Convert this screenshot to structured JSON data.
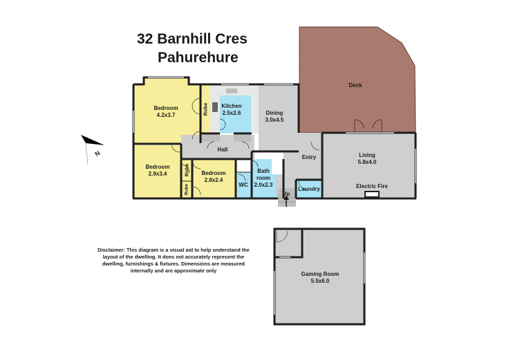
{
  "header": {
    "address_line1": "32 Barnhill Cres",
    "address_line2": "Pahurehure"
  },
  "compass": {
    "icon": "north-arrow-icon",
    "label": "N"
  },
  "rooms": {
    "bedroom1": {
      "name": "Bedroom",
      "dims": "4.2x3.7"
    },
    "robe1": {
      "name": "Robe"
    },
    "kitchen": {
      "name": "Kitchen",
      "dims": "2.5x2.6"
    },
    "dining": {
      "name": "Dining",
      "dims": "3.0x4.5"
    },
    "deck": {
      "name": "Deck"
    },
    "hall": {
      "name": "Hall"
    },
    "bedroom2": {
      "name": "Bedroom",
      "dims": "2.9x3.4"
    },
    "robe2": {
      "name": "Robe"
    },
    "robe3": {
      "name": "Robe"
    },
    "bedroom3": {
      "name": "Bedroom",
      "dims": "2.8x2.4"
    },
    "wc": {
      "name": "WC"
    },
    "bathroom": {
      "name_line1": "Bath",
      "name_line2": "room",
      "dims": "2.0x2.3"
    },
    "entry": {
      "name": "Entry"
    },
    "laundry": {
      "name": "Laundry"
    },
    "up": {
      "name": "Up"
    },
    "living": {
      "name": "Living",
      "dims": "5.8x4.0"
    },
    "electric_fire": {
      "name": "Electric Fire"
    },
    "gaming_room": {
      "name": "Gaming Room",
      "dims": "5.5x6.0"
    }
  },
  "disclaimer": "Disclaimer: This diagram is a visual aid to help understand the layout of the dwelling. It does not accurately represent the dwelling, furnishings & fixtures. Dimensions are measured internally and are approximate only",
  "colors": {
    "bedroom": "#f7ee9b",
    "wet_area": "#a9e3f5",
    "living": "#cfcfcf",
    "deck": "#a97b6f",
    "wall": "#1e1e1e"
  }
}
